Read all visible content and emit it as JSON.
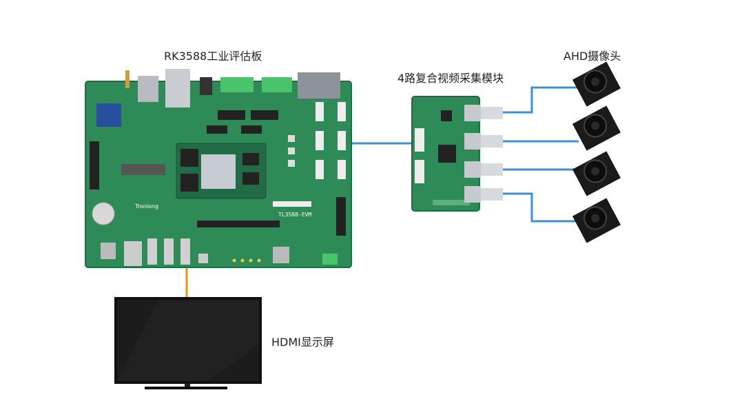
{
  "labels": {
    "board": "RK3588工业评估板",
    "module": "4路复合视频采集模块",
    "cameras": "AHD摄像头",
    "display": "HDMI显示屏"
  },
  "board_prints": {
    "brand": "Tronlong",
    "model": "TL3588-EVM"
  },
  "colors": {
    "background": "#ffffff",
    "pcb": "#2e8b57",
    "pcb_dark": "#1f6b43",
    "cable_blue": "#3b8fd9",
    "hdmi_cable": "#e8941a",
    "monitor": "#111111"
  }
}
